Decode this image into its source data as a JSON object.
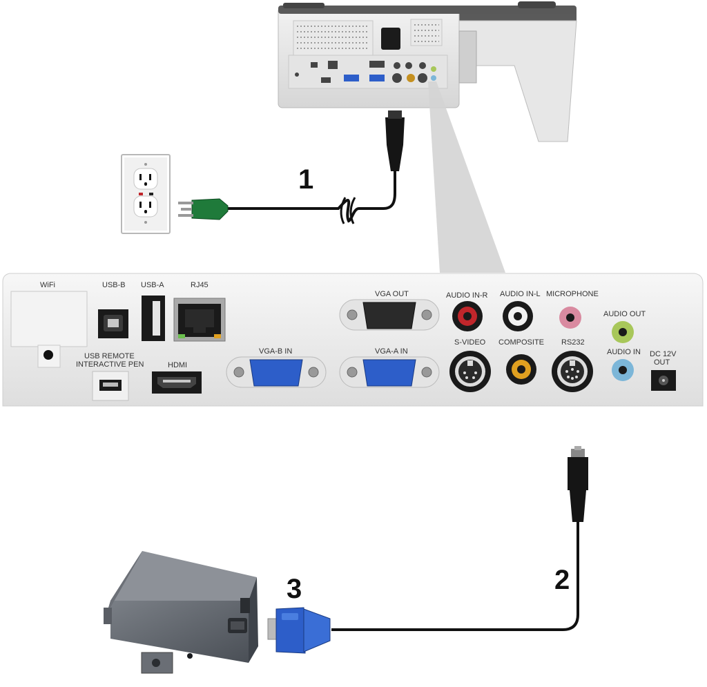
{
  "callouts": {
    "power_cord": "1",
    "rs232_cable": "2",
    "rs232_adapter": "3"
  },
  "ports": {
    "wifi": "WiFi",
    "usb_b": "USB-B",
    "usb_a": "USB-A",
    "rj45": "RJ45",
    "usb_remote_line1": "USB REMOTE",
    "usb_remote_line2": "INTERACTIVE PEN",
    "hdmi": "HDMI",
    "vga_b_in": "VGA-B IN",
    "vga_out": "VGA OUT",
    "vga_a_in": "VGA-A IN",
    "audio_in_r": "AUDIO IN-R",
    "audio_in_l": "AUDIO IN-L",
    "microphone": "MICROPHONE",
    "s_video": "S-VIDEO",
    "composite": "COMPOSITE",
    "rs232": "RS232",
    "audio_out": "AUDIO OUT",
    "audio_in": "AUDIO IN",
    "dc_line1": "DC 12V",
    "dc_line2": "OUT"
  },
  "colors": {
    "panel": "#efefef",
    "vga_port": "#2d5ec9",
    "cable": "#111111",
    "plug_green": "#1f7a3a",
    "audio_red": "#c0262b",
    "audio_pink": "#d98aa0",
    "audio_green": "#a8c75a",
    "audio_blue": "#7cb6d8",
    "composite_yellow": "#e0a020"
  }
}
